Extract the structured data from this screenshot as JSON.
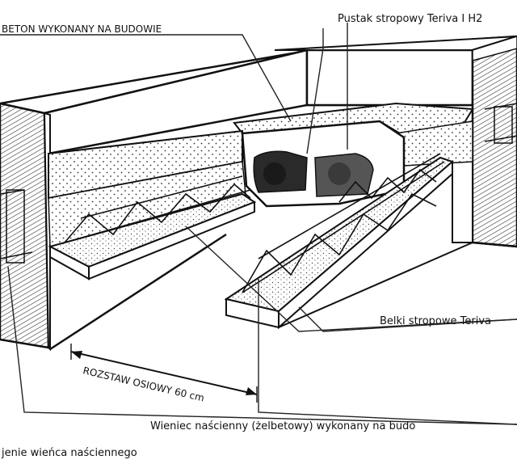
{
  "labels": {
    "concrete": "BETON WYKONANY NA BUDOWIE",
    "block": "Pustak stropowy Teriva I H2",
    "beams": "Belki stropowe Teriva",
    "spacing": "ROZSTAW OSIOWY 60 cm",
    "ring_beam": "Wieniec naścienny (żelbetowy) wykonany na budo",
    "bottom": "jenie wieńca naściennego"
  }
}
